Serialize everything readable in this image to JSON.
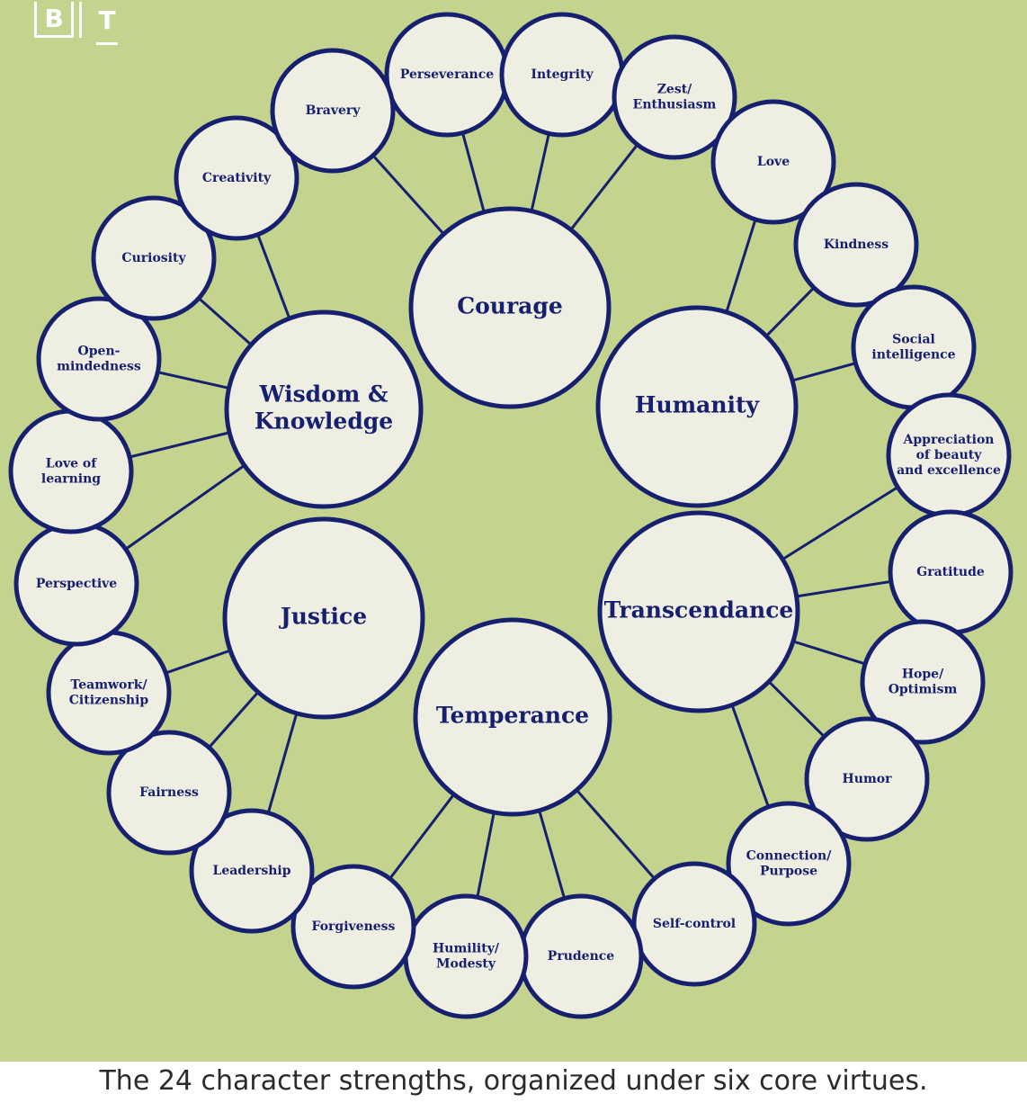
{
  "logo": {
    "left": "B",
    "right": "T"
  },
  "caption": "The 24 character strengths, organized under six core virtues.",
  "colors": {
    "background": "#c4d48e",
    "node_fill": "#eeeee3",
    "ink": "#17206e"
  },
  "virtues": [
    {
      "id": "courage",
      "label": [
        "Courage"
      ]
    },
    {
      "id": "humanity",
      "label": [
        "Humanity"
      ]
    },
    {
      "id": "wisdom",
      "label": [
        "Wisdom &",
        "Knowledge"
      ]
    },
    {
      "id": "justice",
      "label": [
        "Justice"
      ]
    },
    {
      "id": "transcendance",
      "label": [
        "Transcendance"
      ]
    },
    {
      "id": "temperance",
      "label": [
        "Temperance"
      ]
    }
  ],
  "strengths": [
    {
      "id": "perseverance",
      "label": [
        "Perseverance"
      ],
      "virtue": "courage"
    },
    {
      "id": "integrity",
      "label": [
        "Integrity"
      ],
      "virtue": "courage"
    },
    {
      "id": "zest",
      "label": [
        "Zest/",
        "Enthusiasm"
      ],
      "virtue": "courage"
    },
    {
      "id": "love",
      "label": [
        "Love"
      ],
      "virtue": "humanity"
    },
    {
      "id": "kindness",
      "label": [
        "Kindness"
      ],
      "virtue": "humanity"
    },
    {
      "id": "social-intelligence",
      "label": [
        "Social",
        "intelligence"
      ],
      "virtue": "humanity"
    },
    {
      "id": "appreciation",
      "label": [
        "Appreciation",
        "of beauty",
        "and excellence"
      ],
      "virtue": "transcendance"
    },
    {
      "id": "gratitude",
      "label": [
        "Gratitude"
      ],
      "virtue": "transcendance"
    },
    {
      "id": "hope",
      "label": [
        "Hope/",
        "Optimism"
      ],
      "virtue": "transcendance"
    },
    {
      "id": "humor",
      "label": [
        "Humor"
      ],
      "virtue": "transcendance"
    },
    {
      "id": "connection",
      "label": [
        "Connection/",
        "Purpose"
      ],
      "virtue": "transcendance"
    },
    {
      "id": "self-control",
      "label": [
        "Self-control"
      ],
      "virtue": "temperance"
    },
    {
      "id": "prudence",
      "label": [
        "Prudence"
      ],
      "virtue": "temperance"
    },
    {
      "id": "humility",
      "label": [
        "Humility/",
        "Modesty"
      ],
      "virtue": "temperance"
    },
    {
      "id": "forgiveness",
      "label": [
        "Forgiveness"
      ],
      "virtue": "temperance"
    },
    {
      "id": "leadership",
      "label": [
        "Leadership"
      ],
      "virtue": "justice"
    },
    {
      "id": "fairness",
      "label": [
        "Fairness"
      ],
      "virtue": "justice"
    },
    {
      "id": "teamwork",
      "label": [
        "Teamwork/",
        "Citizenship"
      ],
      "virtue": "justice"
    },
    {
      "id": "perspective",
      "label": [
        "Perspective"
      ],
      "virtue": "wisdom"
    },
    {
      "id": "love-of-learning",
      "label": [
        "Love of",
        "learning"
      ],
      "virtue": "wisdom"
    },
    {
      "id": "open-mindedness",
      "label": [
        "Open-",
        "mindedness"
      ],
      "virtue": "wisdom"
    },
    {
      "id": "curiosity",
      "label": [
        "Curiosity"
      ],
      "virtue": "wisdom"
    },
    {
      "id": "creativity",
      "label": [
        "Creativity"
      ],
      "virtue": "wisdom"
    },
    {
      "id": "bravery",
      "label": [
        "Bravery"
      ],
      "virtue": "courage"
    }
  ]
}
